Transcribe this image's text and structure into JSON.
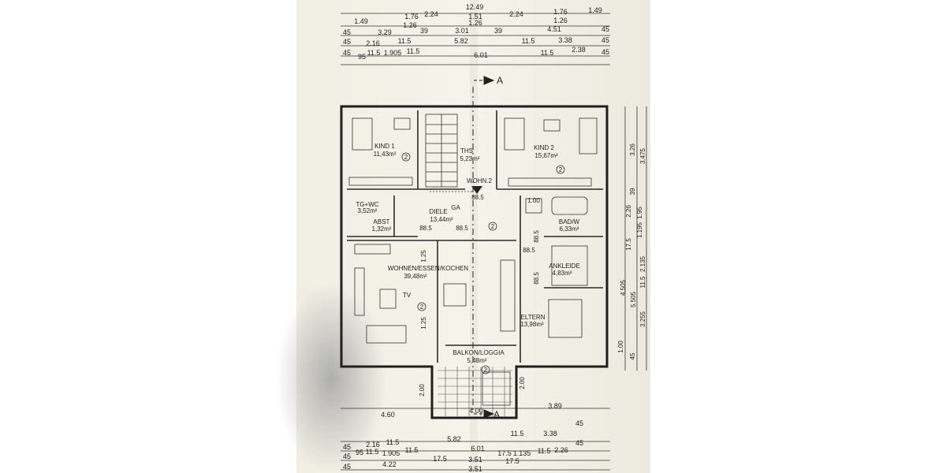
{
  "plan": {
    "section_marker": "A",
    "rooms": [
      {
        "id": "kind1",
        "name": "KIND 1",
        "area": "11,43m²"
      },
      {
        "id": "ths",
        "name": "THS",
        "area": "5,23m²"
      },
      {
        "id": "kind2",
        "name": "KIND 2",
        "area": "15,67m²"
      },
      {
        "id": "wc",
        "name": "TG+WC",
        "area": "3,52m²"
      },
      {
        "id": "abst",
        "name": "ABST",
        "area": "1,32m²"
      },
      {
        "id": "diele",
        "name": "DIELE",
        "area": "13,44m²"
      },
      {
        "id": "bad",
        "name": "BAD/W",
        "area": "6,33m²"
      },
      {
        "id": "wohnen",
        "name": "WOHNEN/ESSEN/KOCHEN",
        "area": "39,48m²"
      },
      {
        "id": "ankleide",
        "name": "ANKLEIDE",
        "area": "4,83m²"
      },
      {
        "id": "eltern",
        "name": "ELTERN",
        "area": "13,98m²"
      },
      {
        "id": "balkon",
        "name": "BALKON/LOGGIA",
        "area": "5,48m²"
      }
    ],
    "labels": {
      "wohn_no": "WOHN.2",
      "ga": "GA",
      "tv": "TV",
      "door_885": "88.5",
      "door_100": "1.00",
      "door_125": "1.25",
      "balcony_depth": "2.00",
      "circle_no": "2"
    },
    "dims_top": {
      "total": "12.49",
      "row1": [
        "1.49",
        "1.76",
        "2.24",
        "1.51",
        "2.24",
        "1.76",
        "1.49"
      ],
      "row1b": [
        "1.26",
        "1.26",
        "1.26"
      ],
      "row2": [
        "45",
        "3.29",
        "39",
        "3.01",
        "39",
        "4.51",
        "45"
      ],
      "row3": [
        "45",
        "2.16",
        "11.5",
        "5.82",
        "11.5",
        "3.38",
        "45"
      ],
      "row4": [
        "45",
        "95",
        "11.5",
        "1.905",
        "11.5",
        "6.01",
        "11.5",
        "2.38",
        "45"
      ]
    },
    "dims_right": [
      "3.26",
      "3.475",
      "39",
      "2.26",
      "1.95",
      "1.195",
      "17.5",
      "2.135",
      "4.505",
      "5.505",
      "11.5",
      "3.255",
      "1.00",
      "45"
    ],
    "dims_bottom": {
      "main": [
        "4.60",
        "4.00",
        "3.89"
      ],
      "row1": [
        "2.16",
        "11.5",
        "5.82",
        "11.5",
        "3.38",
        "45"
      ],
      "row2": [
        "45",
        "95",
        "11.5",
        "1.905",
        "11.5",
        "6.01",
        "17.5",
        "1.135",
        "11.5",
        "2.26",
        "45"
      ],
      "row3": [
        "45",
        "4.22",
        "17.5",
        "3.51",
        "17.5"
      ],
      "row4": [
        "45",
        "3.51"
      ]
    }
  }
}
